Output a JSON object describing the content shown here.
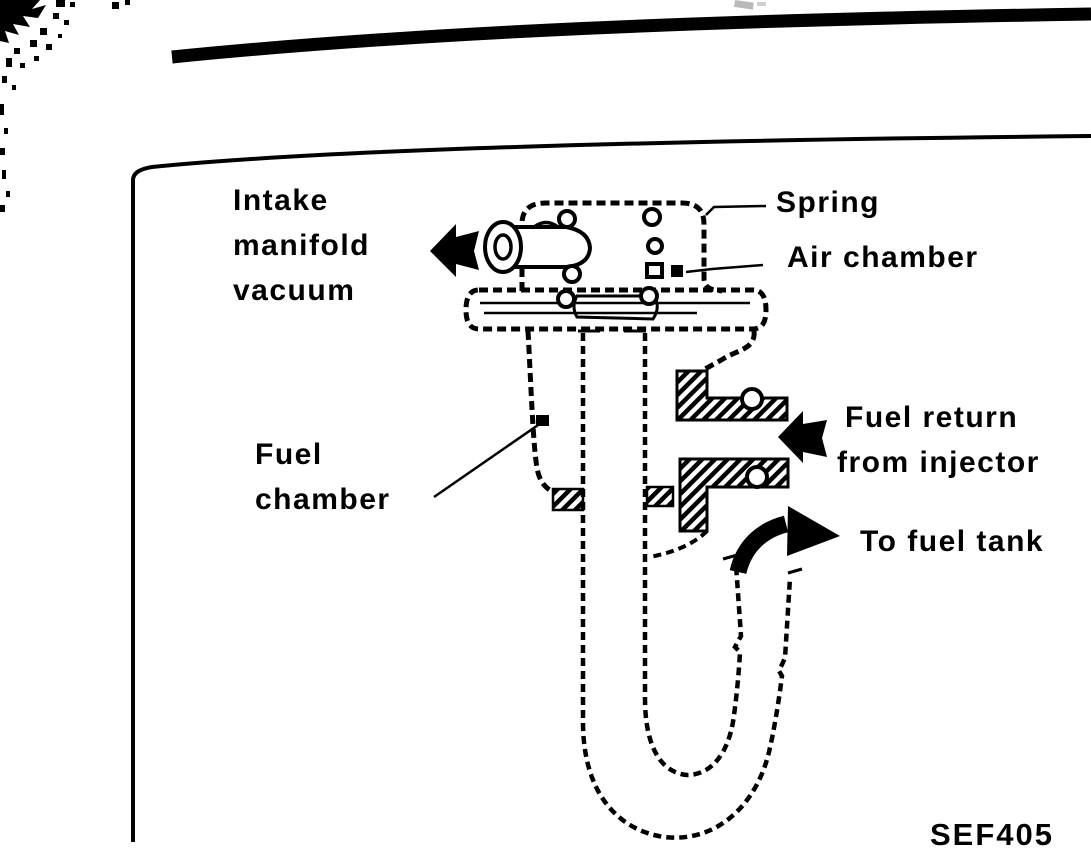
{
  "page": {
    "background_color": "#ffffff",
    "ink_color": "#000000"
  },
  "figure": {
    "code": "SEF405",
    "labels": {
      "intake_manifold_vacuum": [
        "Intake",
        "manifold",
        "vacuum"
      ],
      "spring": "Spring",
      "air_chamber": "Air chamber",
      "fuel_chamber": [
        "Fuel",
        "chamber"
      ],
      "fuel_return": [
        "Fuel return",
        "from injector"
      ],
      "to_fuel_tank": "To fuel tank"
    },
    "arrows": [
      {
        "name": "intake-manifold-vacuum-arrow",
        "direction": "left"
      },
      {
        "name": "fuel-return-arrow",
        "direction": "left"
      },
      {
        "name": "to-fuel-tank-arrow",
        "direction": "right-curved"
      }
    ],
    "parts": [
      "spring",
      "air chamber",
      "diaphragm flange",
      "fuel chamber",
      "vacuum nipple",
      "fuel return fitting",
      "fuel tank return tube"
    ]
  }
}
